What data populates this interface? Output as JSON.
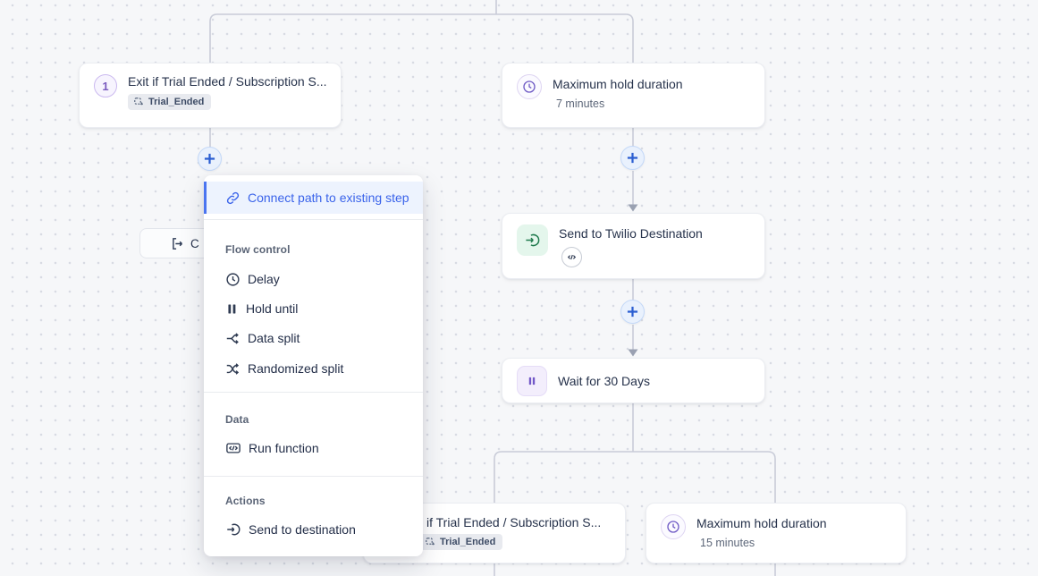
{
  "canvas": {
    "background": "#f6f7f9",
    "grid_dot_color": "#d8dbe3",
    "connector_color": "#c9ccd8"
  },
  "colors": {
    "accent_blue": "#3a63ea",
    "highlight_bg": "#edf3fe",
    "plus_bg": "#e9f1fd",
    "green_icon": "#1f7a4d",
    "green_icon_bg": "#e4f6ec",
    "purple_icon": "#7258c8",
    "purple_icon_bg": "#f3eefc",
    "node_title": "#26324b",
    "node_subtitle": "#5d6779",
    "tag_bg": "#e8eaef"
  },
  "nodes": {
    "exit_top": {
      "badge": "1",
      "title": "Exit if Trial Ended / Subscription S...",
      "tag": "Trial_Ended"
    },
    "max_hold_top": {
      "title": "Maximum hold duration",
      "subtitle": "7 minutes"
    },
    "send_twilio": {
      "title": "Send to Twilio Destination"
    },
    "wait_30": {
      "title": "Wait for 30 Days"
    },
    "exit_bottom": {
      "title": "if Trial Ended / Subscription S...",
      "tag": "Trial_Ended"
    },
    "max_hold_bottom": {
      "title": "Maximum hold duration",
      "subtitle": "15 minutes"
    },
    "partial_step": {
      "label": "C"
    }
  },
  "menu": {
    "connect_label": "Connect path to existing step",
    "sections": [
      {
        "header": "Flow control",
        "items": [
          "Delay",
          "Hold until",
          "Data split",
          "Randomized split"
        ]
      },
      {
        "header": "Data",
        "items": [
          "Run function"
        ]
      },
      {
        "header": "Actions",
        "items": [
          "Send to destination"
        ]
      }
    ]
  },
  "icons": {
    "link-icon": "chain link",
    "clock-icon": "clock face",
    "pause-icon": "two pause bars",
    "data-split-icon": "line branching into two arrows",
    "shuffle-icon": "crossed shuffle arrows",
    "code-icon": "</> in rounded box",
    "send-to-destination-icon": "arrow entering circle",
    "exit-icon": "arrow leaving bracket",
    "audience-icon": "dashed selection square with arrow",
    "plus-icon": "+",
    "arrow-down": "small down arrowhead"
  }
}
